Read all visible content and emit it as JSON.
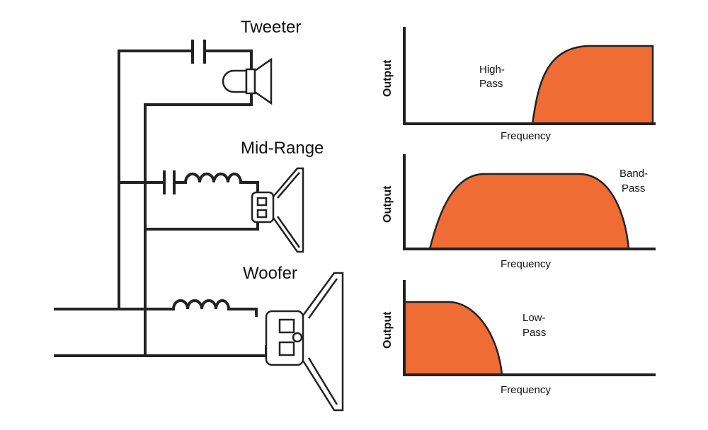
{
  "speakers": {
    "tweeter": "Tweeter",
    "midrange": "Mid-Range",
    "woofer": "Woofer"
  },
  "charts": {
    "high": {
      "label_line1": "High-",
      "label_line2": "Pass",
      "xlabel": "Frequency",
      "ylabel": "Output"
    },
    "band": {
      "label_line1": "Band-",
      "label_line2": "Pass",
      "xlabel": "Frequency",
      "ylabel": "Output"
    },
    "low": {
      "label_line1": "Low-",
      "label_line2": "Pass",
      "xlabel": "Frequency",
      "ylabel": "Output"
    }
  },
  "colors": {
    "fill": "#ef6c35",
    "line": "#222222"
  }
}
